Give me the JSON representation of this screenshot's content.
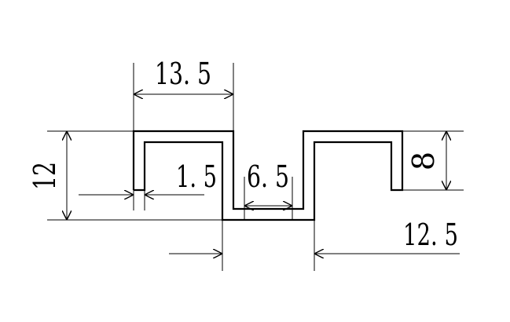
{
  "drawing": {
    "stroke_color": "#000000",
    "background": "#ffffff",
    "dimensions": {
      "top_width": "13. 5",
      "total_height": "12",
      "wall_thickness": "1. 5",
      "channel_width": "6. 5",
      "right_height": "8",
      "bottom_span": "12. 5"
    }
  }
}
